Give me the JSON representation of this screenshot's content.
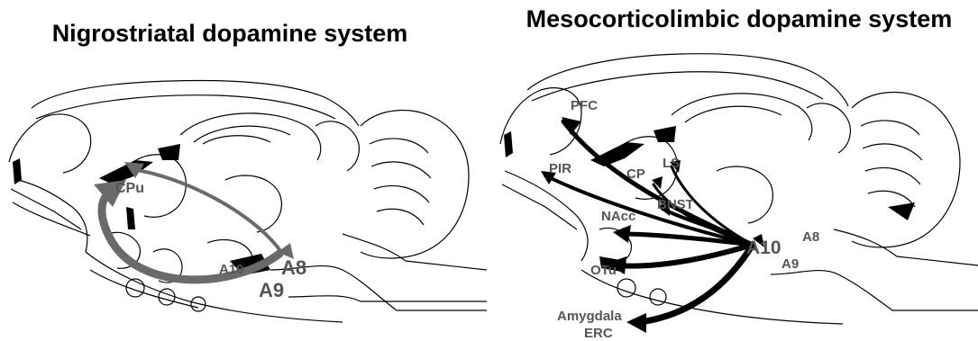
{
  "left": {
    "title": "Nigrostriatal dopamine system",
    "labels": {
      "cpu": "CPu",
      "a10": "A10",
      "a8": "A8",
      "a9": "A9"
    }
  },
  "right": {
    "title": "Mesocorticolimbic dopamine system",
    "labels": {
      "pfc": "PFC",
      "pir": "PIR",
      "cp": "CP",
      "ls": "LS",
      "bnst": "BNST",
      "nacc": "NAcc",
      "otu": "OTu",
      "a10": "A10",
      "a8": "A8",
      "a9": "A9",
      "amygdala": "Amygdala",
      "erc": "ERC"
    }
  },
  "colors": {
    "pathway_left": "#6a6a6a",
    "pathway_right": "#000000",
    "label": "#555555",
    "outline": "#000000"
  }
}
